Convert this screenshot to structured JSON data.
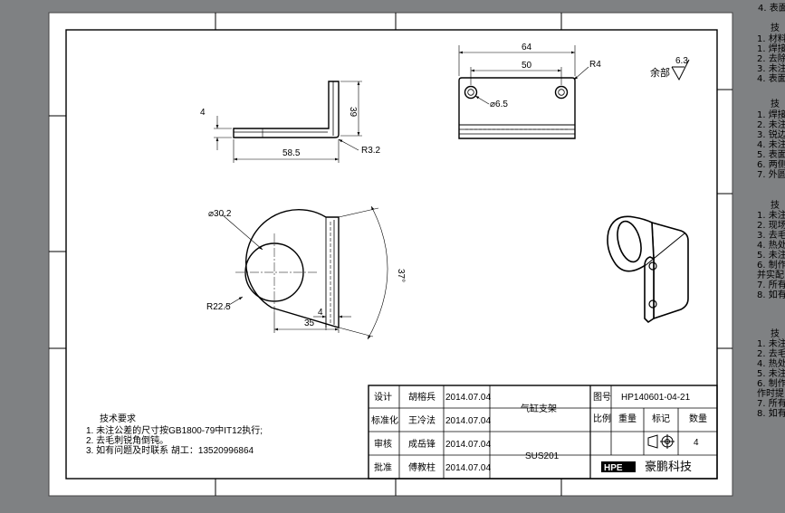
{
  "sheet": {
    "background_color": "#7f8183",
    "paper_color": "#ffffff",
    "line_color": "#000000"
  },
  "side_text_fragments": {
    "top": [
      "4. 表面"
    ],
    "group1": [
      "技",
      "1. 材料",
      "1. 焊接",
      "2. 去除",
      "3. 未注",
      "4. 表面"
    ],
    "group2": [
      "技",
      "1. 焊接",
      "2. 未注",
      "3. 锐边",
      "4. 未注",
      "5. 表面",
      "6. 两侧",
      "7. 外圆"
    ],
    "group3": [
      "技",
      "1. 未注",
      "2. 现场",
      "3. 去毛",
      "4. 热处",
      "5. 未注",
      "6. 制作",
      "并实配",
      "7. 所有",
      "8. 如有"
    ],
    "group4": [
      "技",
      "1. 未注",
      "2. 去毛",
      "4. 热处",
      "5. 未注",
      "6. 制作",
      "作时提",
      "7. 所有",
      "8. 如有"
    ]
  },
  "dimensions": {
    "side_view": {
      "flange_thickness": "4",
      "height": "39",
      "length": "58.5",
      "bend_radius": "R3.2"
    },
    "top_view": {
      "overall_width": "64",
      "hole_spacing": "50",
      "corner_radius": "R4",
      "hole_diameter": "⌀6.5"
    },
    "front_view": {
      "bore_diameter": "⌀30.2",
      "outer_radius": "R22.5",
      "base_thickness": "4",
      "offset": "35",
      "angle": "37°"
    }
  },
  "surface_finish": {
    "label": "余部",
    "value": "6.3"
  },
  "technical_requirements": {
    "title": "技术要求",
    "items": [
      "1. 未注公差的尺寸按GB1800-79中IT12执行;",
      "2. 去毛刺锐角倒钝。",
      "3. 如有问题及时联系 胡工：13520996864"
    ]
  },
  "title_block": {
    "rows": [
      {
        "role": "设计",
        "name": "胡榕兵",
        "date": "2014.07.04"
      },
      {
        "role": "标准化",
        "name": "王冷法",
        "date": "2014.07.04"
      },
      {
        "role": "审核",
        "name": "成岳锋",
        "date": "2014.07.04"
      },
      {
        "role": "批准",
        "name": "傅教柱",
        "date": "2014.07.04"
      }
    ],
    "part_name": "气缸支架",
    "material": "SUS201",
    "drawing_no_label": "图号",
    "drawing_no": "HP140601-04-21",
    "scale_label": "比例",
    "weight_label": "重量",
    "mark_label": "标记",
    "quantity_label": "数量",
    "quantity": "4",
    "company_logo": "HPE",
    "company": "豪鹏科技"
  }
}
